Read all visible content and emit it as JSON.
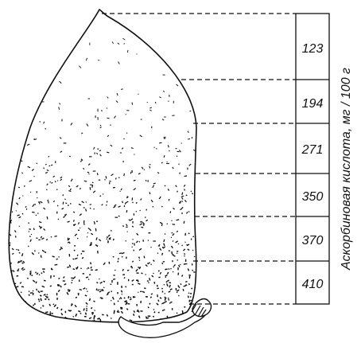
{
  "diagram": {
    "axis_title": "Аскорбиновая кислота, мг / 100 г",
    "zones": [
      {
        "value": "123"
      },
      {
        "value": "194"
      },
      {
        "value": "271"
      },
      {
        "value": "350"
      },
      {
        "value": "370"
      },
      {
        "value": "410"
      }
    ]
  },
  "chart_data": {
    "type": "table",
    "ylabel": "Аскорбиновая кислота, мг / 100 г",
    "values": [
      123,
      194,
      271,
      350,
      370,
      410
    ]
  }
}
